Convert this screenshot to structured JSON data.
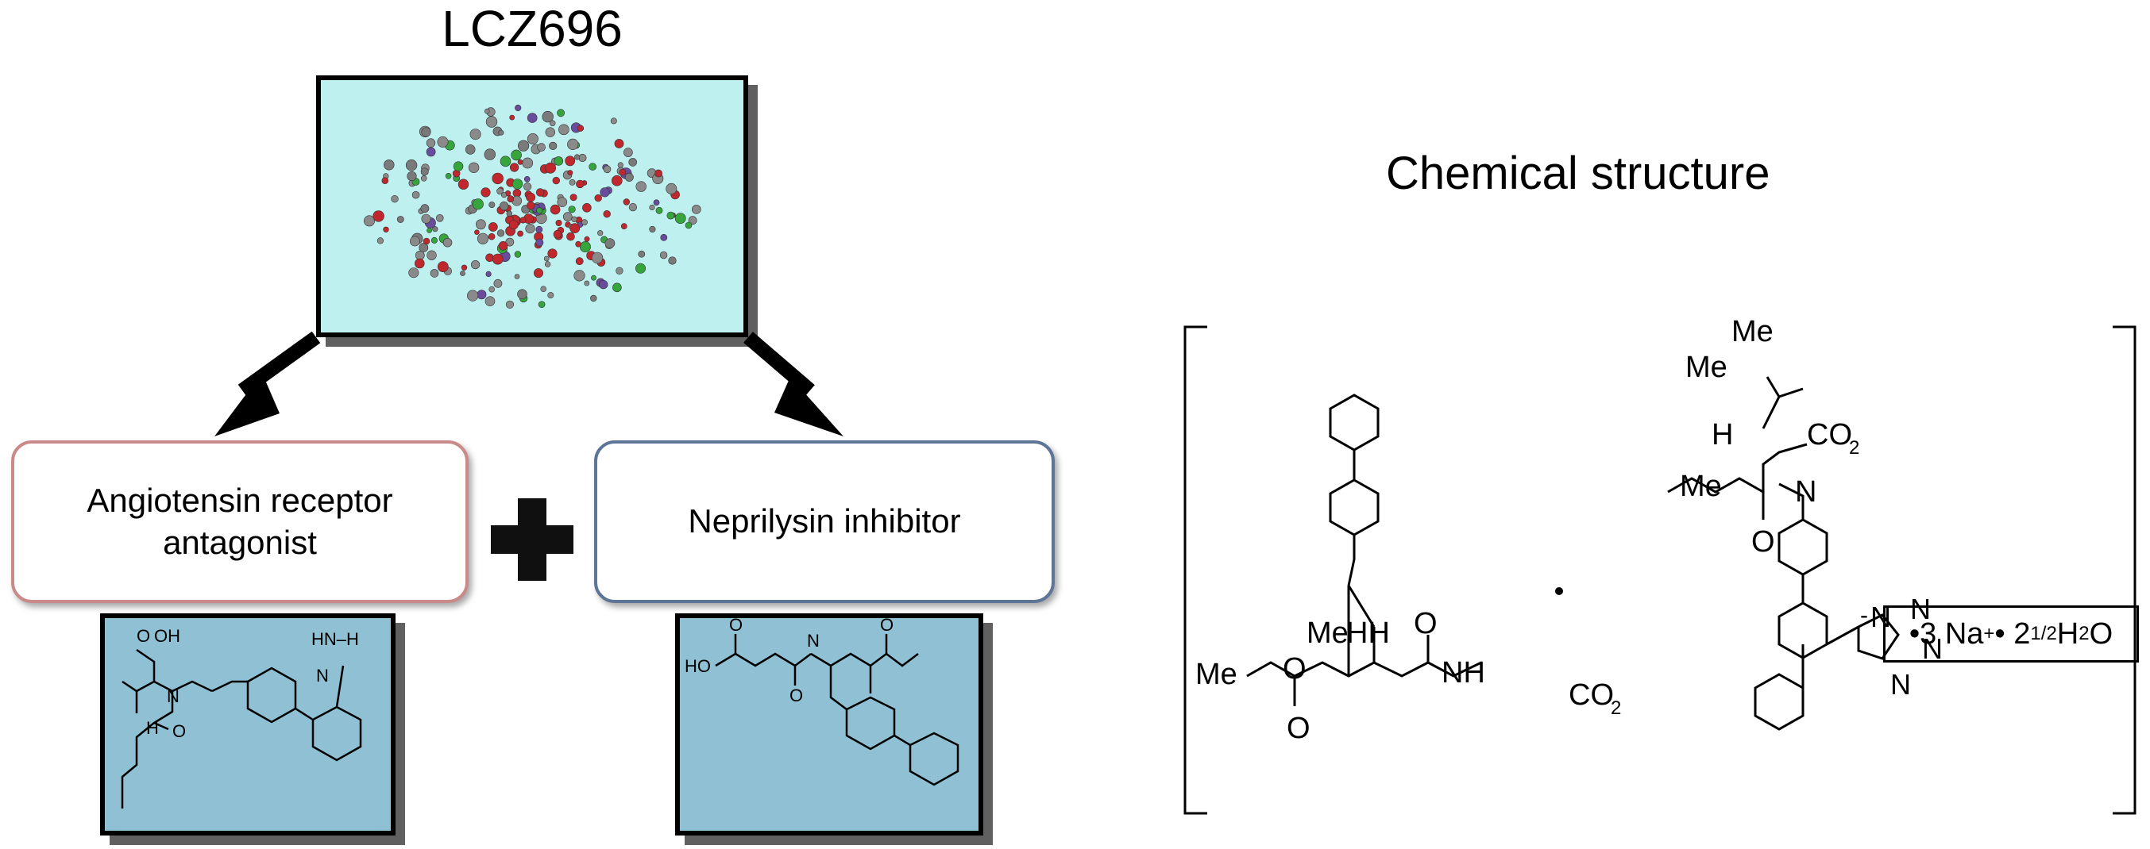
{
  "titles": {
    "lcz696": "LCZ696",
    "chemical_structure": "Chemical structure"
  },
  "boxes": {
    "arb_line1": "Angiotensin receptor",
    "arb_line2": "antagonist",
    "nep": "Neprilysin inhibitor"
  },
  "structure_labels": {
    "me": "Me",
    "h": "H",
    "hh": "HH",
    "nh": "NH",
    "n": "N",
    "o": "O",
    "co2": "CO",
    "sub2": "2",
    "minus": "-",
    "n1": "N",
    "tetrazole_n": "N"
  },
  "small_labels": {
    "oh": "OH",
    "ho": "HO",
    "hn_h": "HN–H"
  },
  "salt": {
    "text": "•3 Na",
    "plus": "+",
    "mid": " • 2",
    "frac": "1/2",
    "water": " H",
    "water_sub": "2",
    "water_o": "O"
  },
  "colors": {
    "molecule_bg": "#bff0f0",
    "panel_bg": "#8fc0d3",
    "arb_border": "#c98a8a",
    "nep_border": "#5d7597"
  }
}
